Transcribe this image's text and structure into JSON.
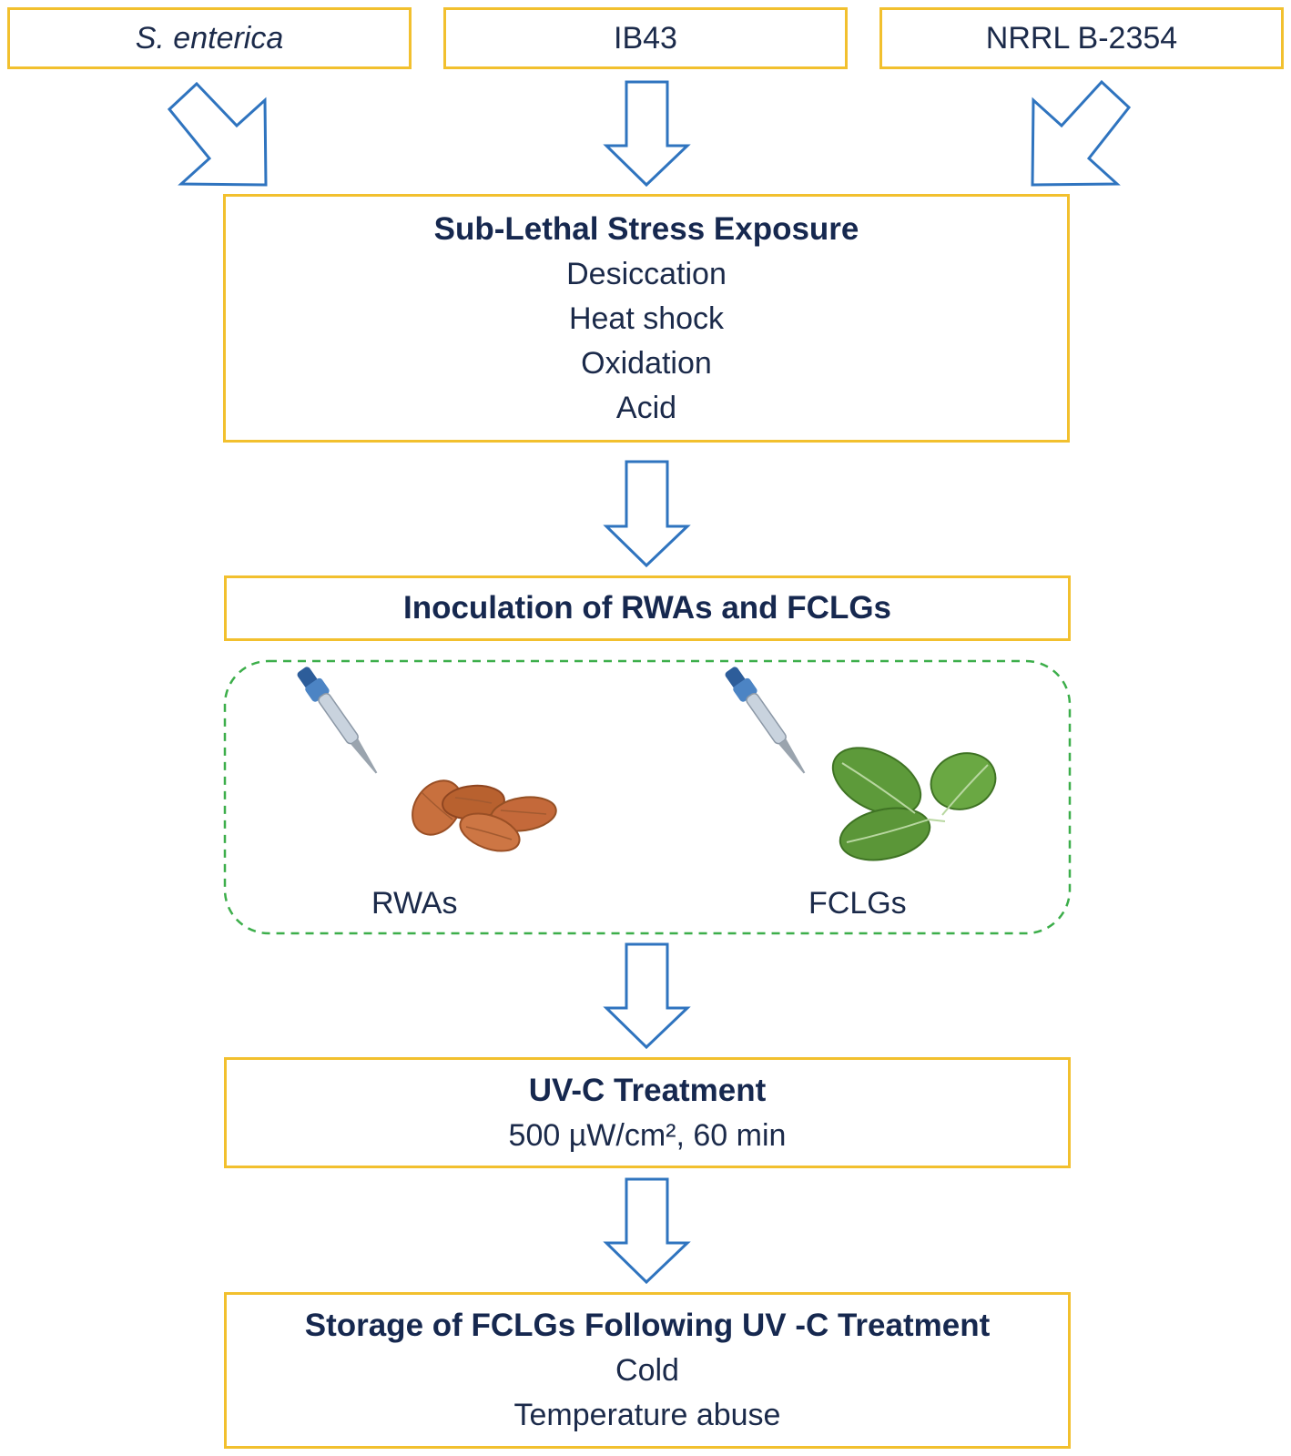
{
  "strains": [
    {
      "label": "S. enterica"
    },
    {
      "label": "IB43"
    },
    {
      "label": "NRRL B-2354"
    }
  ],
  "stress_box": {
    "title": "Sub-Lethal Stress Exposure",
    "items": [
      "Desiccation",
      "Heat shock",
      "Oxidation",
      "Acid"
    ]
  },
  "inoculation_box": {
    "title": "Inoculation of RWAs and FCLGs"
  },
  "samples": {
    "left_label": "RWAs",
    "right_label": "FCLGs"
  },
  "uvc_box": {
    "title": "UV-C Treatment",
    "detail": "500 µW/cm², 60 min"
  },
  "storage_box": {
    "title": "Storage of FCLGs Following UV -C Treatment",
    "items": [
      "Cold",
      "Temperature abuse"
    ]
  },
  "colors": {
    "box_border": "#f2c02e",
    "arrow_stroke": "#2f74bf",
    "dashed_border": "#3cae4a",
    "text": "#1b2a4a"
  }
}
